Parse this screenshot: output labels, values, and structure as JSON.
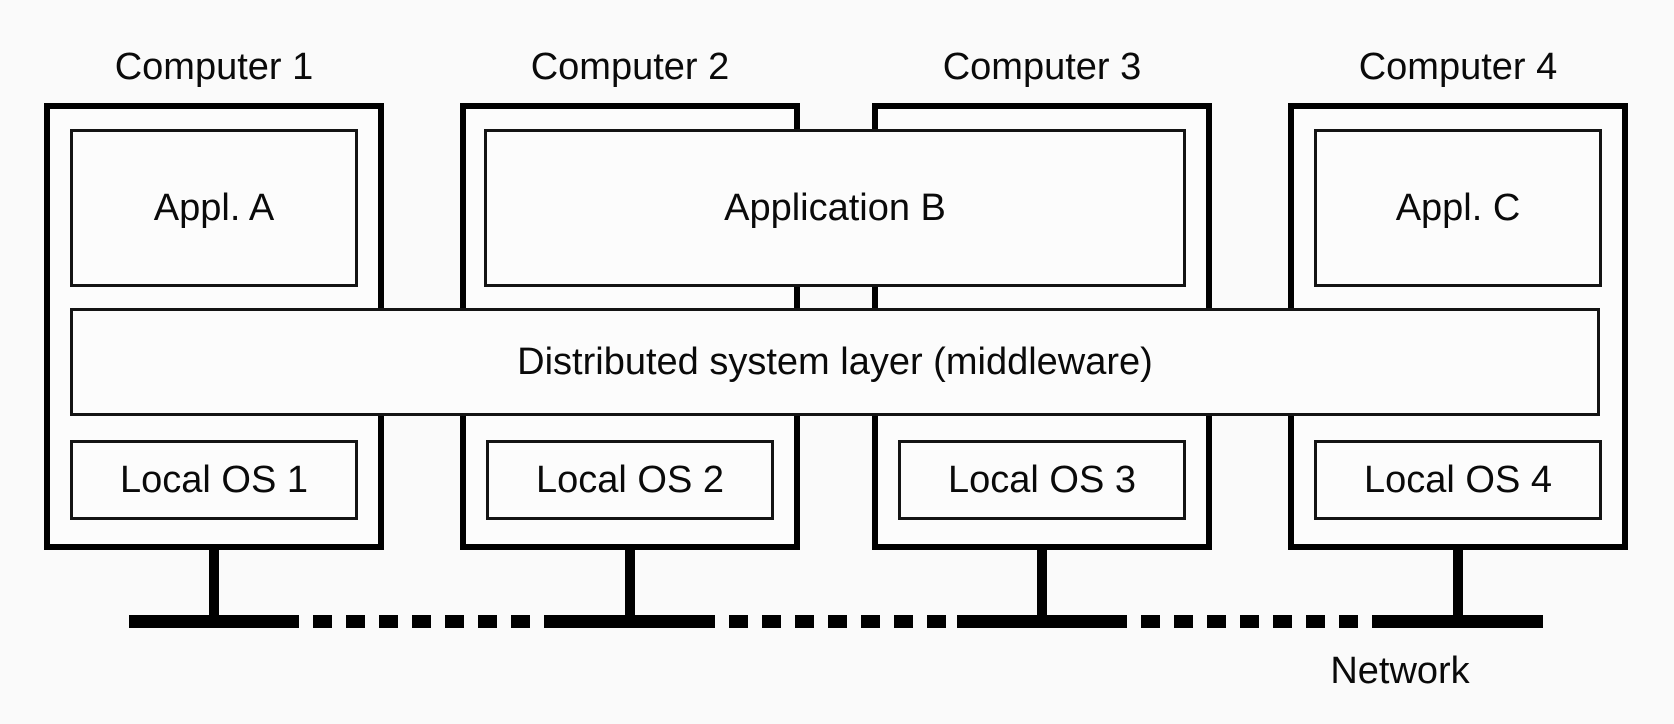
{
  "figure": {
    "colors": {
      "line": "#000000",
      "background": "#fafafa",
      "box_fill": "#fcfcfc"
    },
    "computers": [
      {
        "label": "Computer 1",
        "local_os": "Local OS 1"
      },
      {
        "label": "Computer 2",
        "local_os": "Local OS 2"
      },
      {
        "label": "Computer 3",
        "local_os": "Local OS 3"
      },
      {
        "label": "Computer 4",
        "local_os": "Local OS 4"
      }
    ],
    "applications": [
      {
        "label": "Appl. A",
        "spans": [
          "Computer 1"
        ]
      },
      {
        "label": "Application B",
        "spans": [
          "Computer 2",
          "Computer 3"
        ]
      },
      {
        "label": "Appl. C",
        "spans": [
          "Computer 4"
        ]
      }
    ],
    "middleware_label": "Distributed system layer (middleware)",
    "network_label": "Network"
  }
}
